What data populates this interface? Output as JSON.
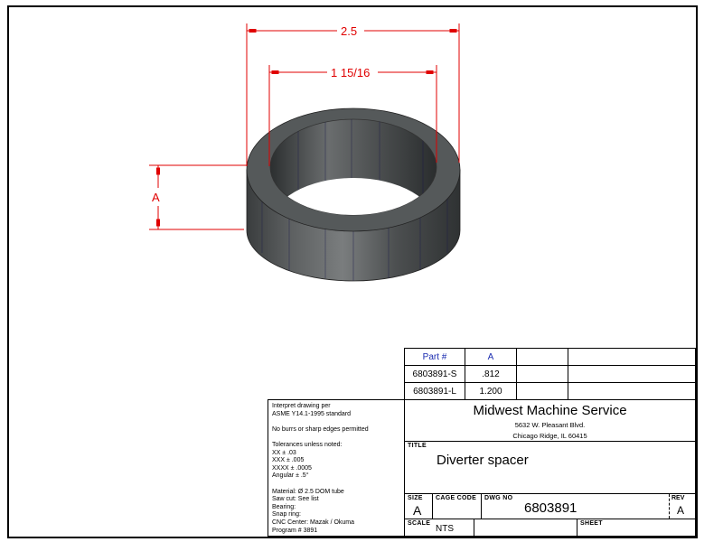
{
  "drawing": {
    "dimensions": {
      "outer_diameter": "2.5",
      "inner_diameter": "1 15/16",
      "height": "A"
    },
    "colors": {
      "dimension": "#e00000",
      "ring": "#4a4d4e"
    }
  },
  "part_table": {
    "headers": [
      "Part #",
      "A",
      "",
      ""
    ],
    "rows": [
      [
        "6803891-S",
        ".812",
        "",
        ""
      ],
      [
        "6803891-L",
        "1.200",
        "",
        ""
      ]
    ]
  },
  "notes": {
    "lines": [
      "Interpret drawing per",
      "ASME Y14.1-1995 standard",
      "",
      "No burrs or sharp edges permitted",
      "",
      "Tolerances unless noted:",
      "XX ± .03",
      "XXX ± .005",
      "XXXX ± .0005",
      "Angular ± .5°",
      "",
      "Material: Ø 2.5 DOM tube",
      "Saw cut: See list",
      "Bearing:",
      "Snap ring:",
      "CNC Center: Mazak / Okuma",
      "Program # 3891"
    ]
  },
  "company": {
    "name": "Midwest Machine Service",
    "address1": "5632 W. Pleasant Blvd.",
    "address2": "Chicago Ridge, IL 60415"
  },
  "title_block": {
    "title_label": "TITLE",
    "title": "Diverter spacer",
    "size_label": "SIZE",
    "size": "A",
    "cage_code_label": "CAGE CODE",
    "cage_code": "",
    "dwg_no_label": "DWG NO",
    "dwg_no": "6803891",
    "rev_label": "REV",
    "rev": "A",
    "scale_label": "SCALE",
    "scale": "NTS",
    "sheet_label": "SHEET",
    "sheet": ""
  }
}
